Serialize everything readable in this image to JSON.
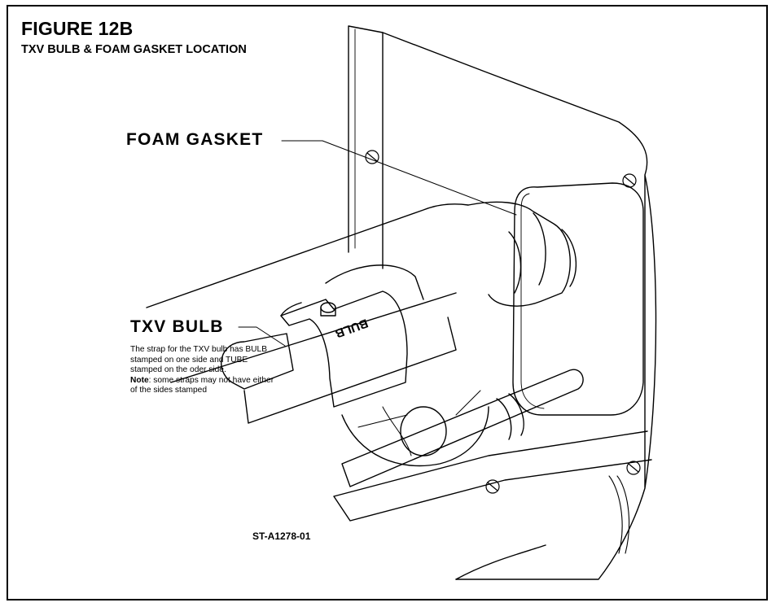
{
  "figure": {
    "title": "FIGURE 12B",
    "subtitle": "TXV BULB & FOAM GASKET LOCATION"
  },
  "callouts": {
    "foam_gasket": "FOAM GASKET",
    "txv_bulb": "TXV BULB"
  },
  "note": {
    "line1": "The strap for the TXV bulb has BULB stamped on one side and TUBE stamped on the oder side.",
    "label": "Note",
    "line2": ": some straps may not have either of the sides stamped"
  },
  "strap_stamp": "BULB",
  "drawing_id": "ST-A1278-01"
}
